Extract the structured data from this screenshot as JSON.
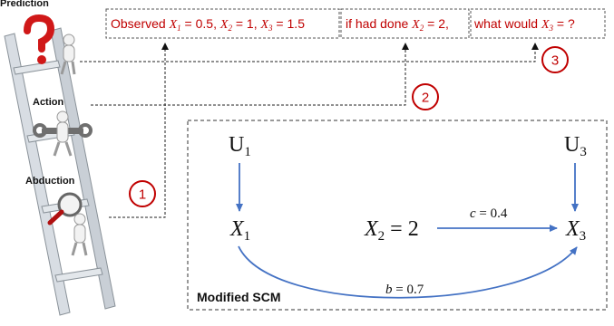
{
  "ladder": {
    "rungs": [
      {
        "label": "Prediction",
        "icon": "question-mark-figure-icon"
      },
      {
        "label": "Action",
        "icon": "wrench-figure-icon"
      },
      {
        "label": "Abduction",
        "icon": "magnifier-figure-icon"
      }
    ]
  },
  "query": {
    "observed": {
      "prefix": "Observed ",
      "x1": "0.5",
      "x2": "1",
      "x3": "1.5"
    },
    "intervention": {
      "prefix": "if had done ",
      "value": "2"
    },
    "prediction": {
      "prefix": "what would ",
      "suffix": "?"
    }
  },
  "steps": [
    "1",
    "2",
    "3"
  ],
  "scm": {
    "title": "Modified SCM",
    "nodes": {
      "u1": {
        "letter": "U",
        "sub": "1"
      },
      "u3": {
        "letter": "U",
        "sub": "3"
      },
      "x1": {
        "letter": "X",
        "sub": "1"
      },
      "x2": {
        "letter": "X",
        "sub": "2",
        "value": "2"
      },
      "x3": {
        "letter": "X",
        "sub": "3"
      }
    },
    "edges": {
      "c": {
        "name": "c",
        "value": "0.4"
      },
      "b": {
        "name": "b",
        "value": "0.7"
      }
    }
  },
  "colors": {
    "accent_red": "#c00000",
    "arrow_blue": "#4472c4",
    "text": "#111111"
  }
}
